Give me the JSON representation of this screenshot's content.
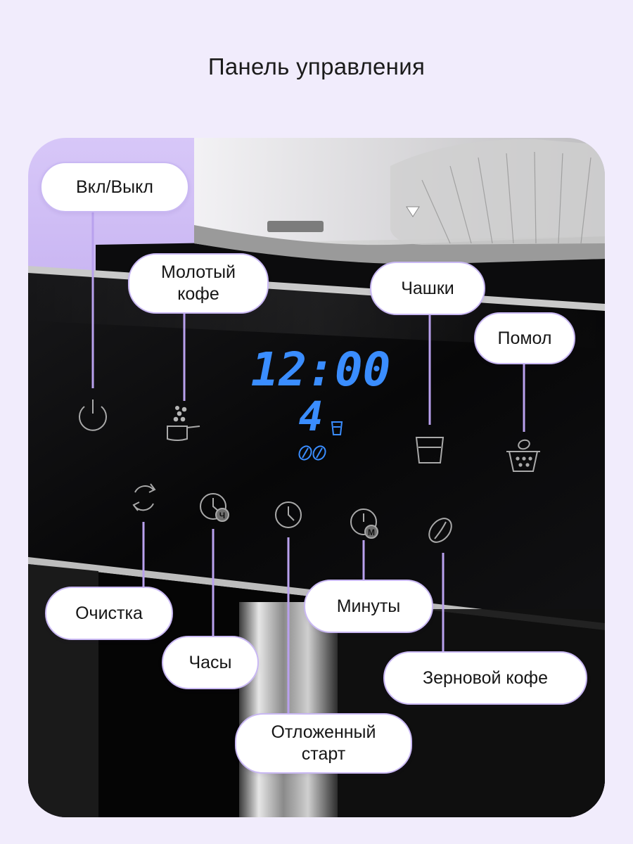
{
  "page": {
    "title": "Панель управления"
  },
  "display": {
    "time": "12:00",
    "cups": "4"
  },
  "labels": {
    "power": "Вкл/Выкл",
    "ground_coffee": "Молотый\nкофе",
    "cups": "Чашки",
    "grind": "Помол",
    "cleaning": "Очистка",
    "hours": "Часы",
    "delayed_start": "Отложенный\nстарт",
    "minutes": "Минуты",
    "bean_coffee": "Зерновой кофе"
  },
  "button_glyphs": {
    "hours": "Ч",
    "minutes": "M"
  },
  "icons": {
    "power": "power-icon",
    "ground_coffee": "ground-coffee-scoop-icon",
    "cups": "cup-icon",
    "grind": "grind-basket-icon",
    "cleaning": "cleaning-cycle-icon",
    "hours": "clock-hours-icon",
    "delayed_start": "clock-icon",
    "minutes": "clock-minutes-icon",
    "bean_coffee": "coffee-bean-icon"
  },
  "colors": {
    "background": "#f1ecfc",
    "accent": "#b9a1ee",
    "display": "#3a8dff",
    "panel": "#0b0b0c"
  }
}
